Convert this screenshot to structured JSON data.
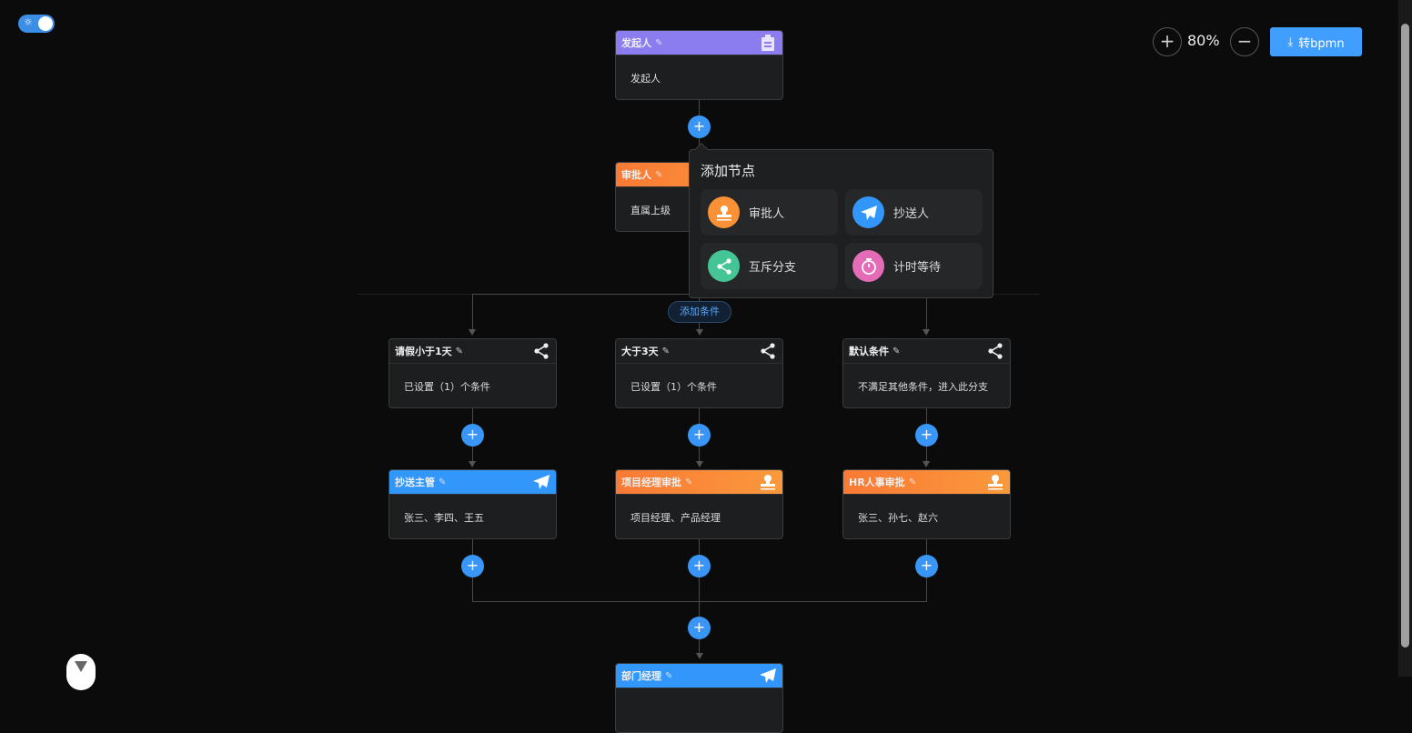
{
  "theme_toggle": {
    "state": "dark-on"
  },
  "toolbar": {
    "zoom_in": "+",
    "zoom_level": "80%",
    "zoom_out": "−",
    "export_label": "转bpmn"
  },
  "colors": {
    "accent": "#3296fa",
    "initiator": "#8b7cf0",
    "approver": "#f97a35",
    "cc": "#3296fa",
    "branch": "#45c596",
    "timer": "#e46cb7"
  },
  "nodes": {
    "initiator": {
      "title": "发起人",
      "body": "发起人"
    },
    "approver": {
      "title": "审批人",
      "body": "直属上级"
    },
    "add_condition": "添加条件",
    "conditions": [
      {
        "title": "请假小于1天",
        "body": "已设置（1）个条件"
      },
      {
        "title": "大于3天",
        "body": "已设置（1）个条件"
      },
      {
        "title": "默认条件",
        "body": "不满足其他条件，进入此分支"
      }
    ],
    "actions": [
      {
        "title": "抄送主管",
        "body": "张三、李四、王五",
        "type": "cc"
      },
      {
        "title": "项目经理审批",
        "body": "项目经理、产品经理",
        "type": "approver"
      },
      {
        "title": "HR人事审批",
        "body": "张三、孙七、赵六",
        "type": "approver"
      }
    ],
    "bottom": {
      "title": "部门经理"
    }
  },
  "popover": {
    "title": "添加节点",
    "options": [
      {
        "label": "审批人",
        "icon": "stamp-icon"
      },
      {
        "label": "抄送人",
        "icon": "paper-plane-icon"
      },
      {
        "label": "互斥分支",
        "icon": "share-icon"
      },
      {
        "label": "计时等待",
        "icon": "stopwatch-icon"
      }
    ]
  }
}
